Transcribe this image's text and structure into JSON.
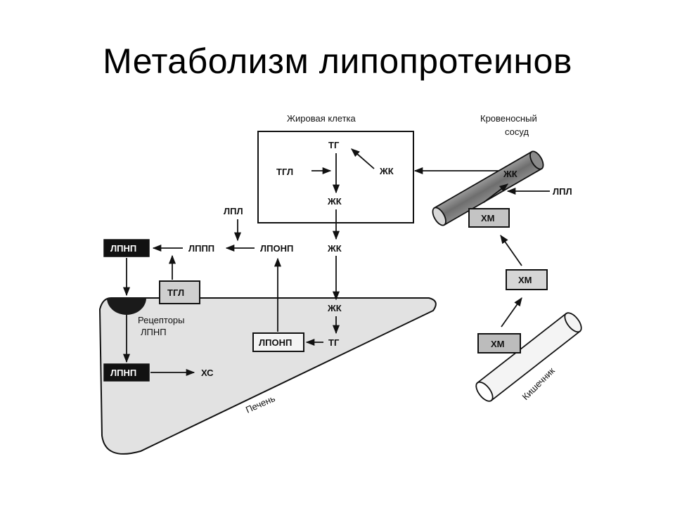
{
  "title": "Метаболизм липопротеинов",
  "fat_cell": {
    "caption": "Жировая клетка",
    "tg": "ТГ",
    "tgl": "ТГЛ",
    "fa_right": "ЖК",
    "fa_center": "ЖК"
  },
  "blood_vessel": {
    "caption_line1": "Кровеносный",
    "caption_line2": "сосуд",
    "fa": "ЖК",
    "lpl": "ЛПЛ",
    "chylomicron": "ХМ"
  },
  "middle": {
    "lpl": "ЛПЛ",
    "ldl": "ЛПНП",
    "idl": "ЛППП",
    "vldl": "ЛПОНП",
    "fa_1": "ЖК",
    "fa_2": "ЖК",
    "tgl": "ТГЛ"
  },
  "liver": {
    "caption": "Печень",
    "receptors_line1": "Рецепторы",
    "receptors_line2": "ЛПНП",
    "ldl_inside": "ЛПНП",
    "cholesterol": "ХС",
    "vldl_box": "ЛПОНП",
    "tg": "ТГ"
  },
  "intestine": {
    "caption": "Кишечник",
    "chylomicron_mid": "ХМ",
    "chylomicron_low": "ХМ"
  }
}
